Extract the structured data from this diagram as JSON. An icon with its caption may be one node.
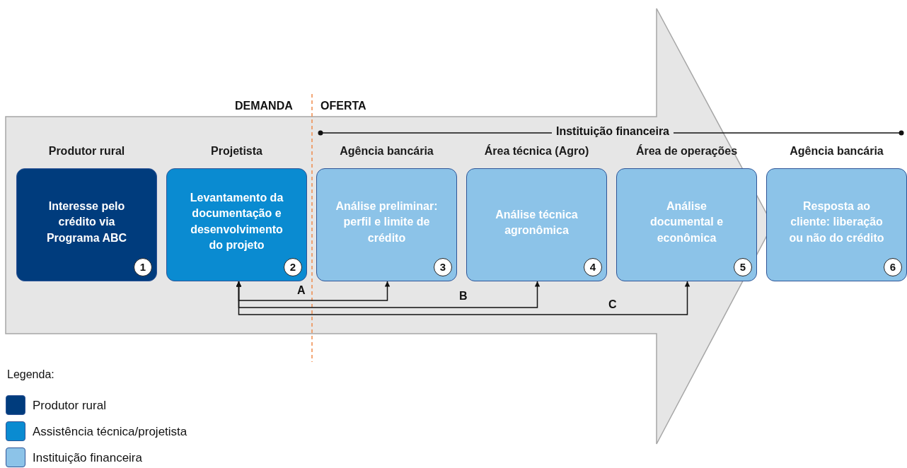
{
  "diagram": {
    "nodes": [
      {
        "text": [
          "Produtor rural",
          "Interesse pelo crédito via Programa ABC",
          "1"
        ]
      },
      {
        "text": [
          "Projetista",
          "Levantamento da documentação e desenvolvimento do projeto",
          "2"
        ]
      },
      {
        "text": [
          "Agência bancária",
          "Análise preliminar: perfil e limite de crédito",
          "3"
        ]
      },
      {
        "text": [
          "Área técnica (Agro)",
          "Análise técnica agronômica",
          "4"
        ]
      },
      {
        "text": [
          "Área de operações",
          "Análise documental e econômica",
          "5"
        ]
      },
      {
        "text": [
          "Agência bancária",
          "Resposta ao cliente: liberação ou não do crédito",
          "6"
        ]
      }
    ],
    "edges": [
      {
        "from": 1,
        "to": 2,
        "arrow": "both",
        "label": "A"
      },
      {
        "from": 1,
        "to": 3,
        "arrow": "both",
        "label": "B"
      },
      {
        "from": 1,
        "to": 4,
        "arrow": "both",
        "label": "C"
      }
    ],
    "labels": [
      "DEMANDA",
      "OFERTA",
      "Instituição financeira",
      "Legenda:"
    ],
    "legend": [
      {
        "text": "Produtor rural",
        "color": "#003c7d"
      },
      {
        "text": "Assistência técnica/projetista",
        "color": "#0a8bd1"
      },
      {
        "text": "Instituição financeira",
        "color": "#8cc3e8"
      }
    ]
  }
}
